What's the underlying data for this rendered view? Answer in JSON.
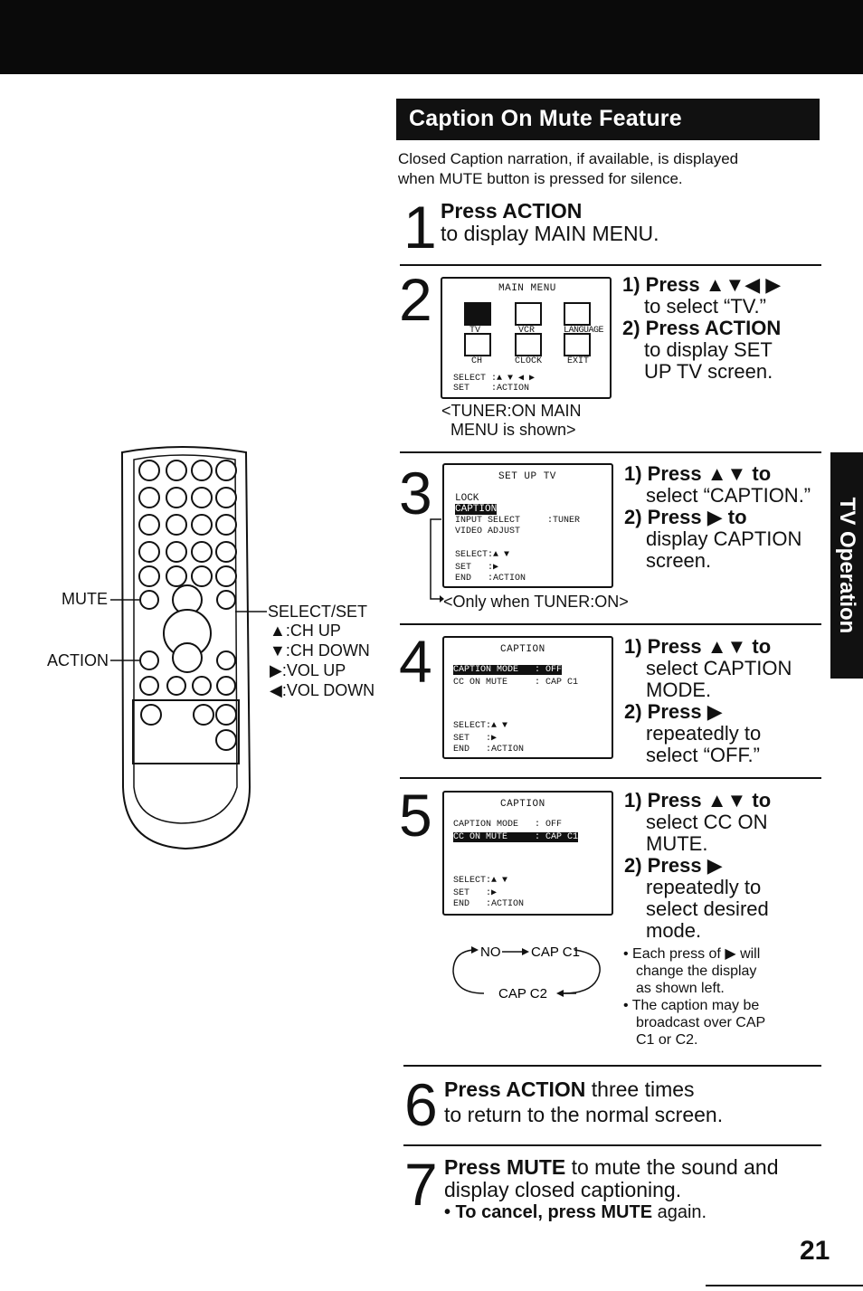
{
  "section_title": "Caption On Mute Feature",
  "intro": [
    "Closed Caption narration, if available, is displayed",
    "when MUTE button is pressed for silence."
  ],
  "side_tab": "TV Operation",
  "page_number": "21",
  "remote": {
    "mute_label": "MUTE",
    "action_label": "ACTION",
    "select_set": "SELECT/SET",
    "ch_up": "▲:CH UP",
    "ch_down": "▼:CH DOWN",
    "vol_up": "▶:VOL UP",
    "vol_down": "◀:VOL DOWN"
  },
  "step1": {
    "num": "1",
    "head": "Press ACTION",
    "line2": "to display MAIN MENU."
  },
  "step2": {
    "num": "2",
    "screen": {
      "title": "MAIN MENU",
      "icons": [
        "TV",
        "VCR",
        "LANGUAGE",
        "CH",
        "CLOCK",
        "EXIT"
      ],
      "select": "SELECT :▲ ▼ ◀ ▶",
      "set": "SET    :ACTION"
    },
    "instr": [
      "1) Press ▲▼◀ ▶",
      "to select “TV.”",
      "2) Press ACTION",
      "to display SET",
      "UP TV screen."
    ],
    "note": [
      "<TUNER:ON MAIN",
      "MENU is shown>"
    ]
  },
  "step3": {
    "num": "3",
    "screen": {
      "title": "SET UP TV",
      "rows": [
        "LOCK",
        "CAPTION",
        "INPUT SELECT     :TUNER",
        "VIDEO ADJUST"
      ],
      "select": "SELECT:▲ ▼",
      "set": "SET   :▶",
      "end": "END   :ACTION"
    },
    "instr": [
      "1) Press ▲▼ to",
      "select “CAPTION.”",
      "2) Press ▶ to",
      "display CAPTION",
      "screen."
    ],
    "note": "<Only when TUNER:ON>"
  },
  "step4": {
    "num": "4",
    "screen": {
      "title": "CAPTION",
      "rows": [
        "CAPTION MODE   : OFF",
        "CC ON MUTE     : CAP C1"
      ],
      "select": "SELECT:▲ ▼",
      "set": "SET   :▶",
      "end": "END   :ACTION"
    },
    "instr": [
      "1) Press ▲▼ to",
      "select CAPTION",
      "MODE.",
      "2) Press ▶",
      "repeatedly to",
      "select “OFF.”"
    ]
  },
  "step5": {
    "num": "5",
    "screen": {
      "title": "CAPTION",
      "rows": [
        "CAPTION MODE   : OFF",
        "CC ON MUTE     : CAP C1"
      ],
      "select": "SELECT:▲ ▼",
      "set": "SET   :▶",
      "end": "END   :ACTION"
    },
    "instr": [
      "1) Press ▲▼ to",
      "select CC ON",
      "MUTE.",
      "2) Press ▶",
      "repeatedly to",
      "select desired",
      "mode."
    ],
    "cycle": {
      "no": "NO",
      "c1": "CAP C1",
      "c2": "CAP C2"
    },
    "bullets": [
      "• Each press of ▶ will",
      "change the display",
      "as shown left.",
      "• The caption may be",
      "broadcast over CAP",
      "C1 or C2."
    ]
  },
  "step6": {
    "num": "6",
    "head_bold": "Press ACTION",
    "head_rest": " three times",
    "line2": "to return to the normal screen."
  },
  "step7": {
    "num": "7",
    "head_bold": "Press MUTE",
    "head_rest": " to mute the sound and",
    "line2": "display closed captioning.",
    "cancel_bold": "• To cancel, press MUTE",
    "cancel_rest": " again."
  }
}
